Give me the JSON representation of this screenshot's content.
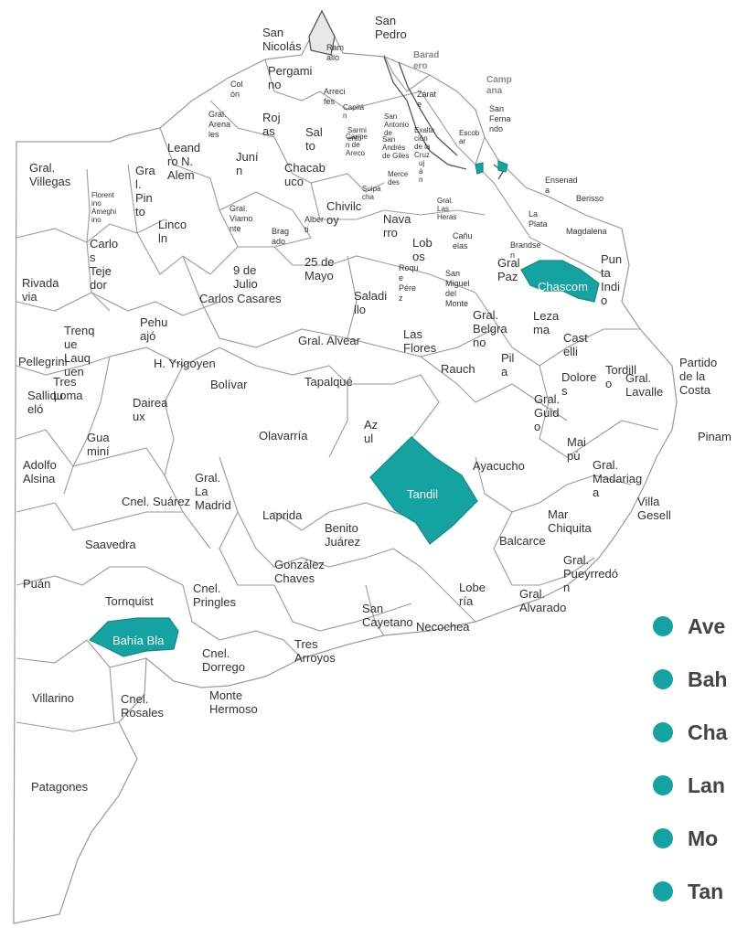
{
  "colors": {
    "highlight": "#14a3a0",
    "border": "#9a9a9a",
    "text": "#333333"
  },
  "map": {
    "districts": [
      {
        "name": "San Nicolás",
        "lines": [
          "San",
          "Nicolás"
        ]
      },
      {
        "name": "San Pedro",
        "lines": [
          "San",
          "Pedro"
        ]
      },
      {
        "name": "Ramallo",
        "lines": [
          "Ram",
          "allo"
        ]
      },
      {
        "name": "Baradero",
        "lines": [
          "Barad",
          "ero"
        ]
      },
      {
        "name": "Campana",
        "lines": [
          "Camp",
          "ana"
        ]
      },
      {
        "name": "Pergamino",
        "lines": [
          "Pergami",
          "no"
        ]
      },
      {
        "name": "Colón",
        "lines": [
          "Col",
          "ón"
        ]
      },
      {
        "name": "Arrecifes",
        "lines": [
          "Arreci",
          "fes"
        ]
      },
      {
        "name": "Zárate",
        "lines": [
          "Zárat",
          "e"
        ]
      },
      {
        "name": "San Fernando",
        "lines": [
          "San",
          "Ferna",
          "ndo"
        ]
      },
      {
        "name": "Capitán",
        "lines": [
          "Capitá",
          "n"
        ]
      },
      {
        "name": "San Antonio de Areco",
        "lines": [
          "San",
          "Antonio",
          "de"
        ]
      },
      {
        "name": "Exaltación de la Cruz",
        "lines": [
          "Exalta",
          "ción",
          "de la",
          "Cruz"
        ]
      },
      {
        "name": "Escobar",
        "lines": [
          "Escob",
          "ar"
        ]
      },
      {
        "name": "Gral. Arenales",
        "lines": [
          "Gral.",
          "Arena",
          "les"
        ]
      },
      {
        "name": "Rojas",
        "lines": [
          "Roj",
          "as"
        ]
      },
      {
        "name": "Salto",
        "lines": [
          "Sal",
          "to"
        ]
      },
      {
        "name": "Carmen de Areco",
        "lines": [
          "Carme",
          "n de",
          "Areco"
        ]
      },
      {
        "name": "Sarmiento",
        "lines": [
          "Sarmi",
          "ento"
        ]
      },
      {
        "name": "San Andrés de Giles",
        "lines": [
          "San",
          "Andrés",
          "de Giles"
        ]
      },
      {
        "name": "Mercedes",
        "lines": [
          "Merce",
          "des"
        ]
      },
      {
        "name": "Luján",
        "lines": [
          "uj",
          "á",
          "n"
        ]
      },
      {
        "name": "Leandro N. Alem",
        "lines": [
          "Leand",
          "ro N.",
          "Alem"
        ]
      },
      {
        "name": "Junín",
        "lines": [
          "Juní",
          "n"
        ]
      },
      {
        "name": "Chacabuco",
        "lines": [
          "Chacab",
          "uco"
        ]
      },
      {
        "name": "Gral. Villegas",
        "lines": [
          "Gral.",
          "Villegas"
        ]
      },
      {
        "name": "Gral. Pinto",
        "lines": [
          "Gra",
          "l.",
          "Pin",
          "to"
        ]
      },
      {
        "name": "Florentino Ameghino",
        "lines": [
          "Florent",
          "ino",
          "Ameghi",
          "ino"
        ]
      },
      {
        "name": "Suipacha",
        "lines": [
          "Suipa",
          "cha"
        ]
      },
      {
        "name": "Chivilcoy",
        "lines": [
          "Chivilc",
          "oy"
        ]
      },
      {
        "name": "Ensenada",
        "lines": [
          "Ensenad",
          "a"
        ]
      },
      {
        "name": "Berisso",
        "lines": [
          "Berisso"
        ]
      },
      {
        "name": "Gral. Las Heras",
        "lines": [
          "Gral.",
          "Las",
          "Heras"
        ]
      },
      {
        "name": "La Plata",
        "lines": [
          "La",
          "Plata"
        ]
      },
      {
        "name": "Magdalena",
        "lines": [
          "Magdalena"
        ]
      },
      {
        "name": "Gral. Viamonte",
        "lines": [
          "Gral.",
          "Viamo",
          "nte"
        ]
      },
      {
        "name": "Bragado",
        "lines": [
          "Brag",
          "ado"
        ]
      },
      {
        "name": "Alberti",
        "lines": [
          "Alber",
          "ti"
        ]
      },
      {
        "name": "Navarro",
        "lines": [
          "Nava",
          "rro"
        ]
      },
      {
        "name": "Cañuelas",
        "lines": [
          "Cañu",
          "elas"
        ]
      },
      {
        "name": "Brandsen",
        "lines": [
          "Brandse",
          "n"
        ]
      },
      {
        "name": "Lincoln",
        "lines": [
          "Linco",
          "ln"
        ]
      },
      {
        "name": "Carlos Tejedor",
        "lines": [
          "Carlo",
          "s",
          "Teje",
          "dor"
        ]
      },
      {
        "name": "Lobos",
        "lines": [
          "Lob",
          "os"
        ]
      },
      {
        "name": "Gral. Paz",
        "lines": [
          "Gral",
          "Paz"
        ]
      },
      {
        "name": "Punta Indio",
        "lines": [
          "Pun",
          "ta",
          "Indi",
          "o"
        ]
      },
      {
        "name": "9 de Julio",
        "lines": [
          "9 de",
          "Julio"
        ]
      },
      {
        "name": "25 de Mayo",
        "lines": [
          "25 de",
          "Mayo"
        ]
      },
      {
        "name": "Roque Pérez",
        "lines": [
          "Roqu",
          "e",
          "Pére",
          "z"
        ]
      },
      {
        "name": "San Miguel del Monte",
        "lines": [
          "San",
          "Miguel",
          "del",
          "Monte"
        ]
      },
      {
        "name": "Rivadavia",
        "lines": [
          "Rivada",
          "via"
        ]
      },
      {
        "name": "Carlos Casares",
        "lines": [
          "Carlos Casares"
        ]
      },
      {
        "name": "Saladillo",
        "lines": [
          "Saladi",
          "llo"
        ]
      },
      {
        "name": "Gral. Belgrano",
        "lines": [
          "Gral.",
          "Belgra",
          "no"
        ]
      },
      {
        "name": "Lezama",
        "lines": [
          "Leza",
          "ma"
        ]
      },
      {
        "name": "Pehuajó",
        "lines": [
          "Pehu",
          "ajó"
        ]
      },
      {
        "name": "Trenque Lauquen",
        "lines": [
          "Trenq",
          "ue",
          "Lauq",
          "uen"
        ]
      },
      {
        "name": "Gral. Alvear",
        "lines": [
          "Gral. Alvear"
        ]
      },
      {
        "name": "Las Flores",
        "lines": [
          "Las",
          "Flores"
        ]
      },
      {
        "name": "Castelli",
        "lines": [
          "Cast",
          "elli"
        ]
      },
      {
        "name": "Pellegrini",
        "lines": [
          "Pellegrini"
        ]
      },
      {
        "name": "Tres Lomas",
        "lines": [
          "Tres",
          "Loma"
        ]
      },
      {
        "name": "H. Yrigoyen",
        "lines": [
          "H. Yrigoyen"
        ]
      },
      {
        "name": "Bolívar",
        "lines": [
          "Bolívar"
        ]
      },
      {
        "name": "Tapalqué",
        "lines": [
          "Tapalqué"
        ]
      },
      {
        "name": "Pila",
        "lines": [
          "Pil",
          "a"
        ]
      },
      {
        "name": "Dolores",
        "lines": [
          "Dolore",
          "s"
        ]
      },
      {
        "name": "Tordillo",
        "lines": [
          "Tordill",
          "o"
        ]
      },
      {
        "name": "Rauch",
        "lines": [
          "Rauch"
        ]
      },
      {
        "name": "Salliqueló",
        "lines": [
          "Salliqu",
          "eló"
        ]
      },
      {
        "name": "Daireaux",
        "lines": [
          "Dairea",
          "ux"
        ]
      },
      {
        "name": "Guaminí",
        "lines": [
          "Gua",
          "miní"
        ]
      },
      {
        "name": "Olavarría",
        "lines": [
          "Olavarría"
        ]
      },
      {
        "name": "Azul",
        "lines": [
          "Az",
          "ul"
        ]
      },
      {
        "name": "Gral. Guido",
        "lines": [
          "Gral.",
          "Guid",
          "o"
        ]
      },
      {
        "name": "Gral. Lavalle",
        "lines": [
          "Gral.",
          "Lavalle"
        ]
      },
      {
        "name": "Partido de la Costa",
        "lines": [
          "Partido",
          "de la",
          "Costa"
        ]
      },
      {
        "name": "Pinamar",
        "lines": [
          "Pinam"
        ]
      },
      {
        "name": "Maipú",
        "lines": [
          "Mai",
          "pú"
        ]
      },
      {
        "name": "Gral. Madariaga",
        "lines": [
          "Gral.",
          "Madariag",
          "a"
        ]
      },
      {
        "name": "Villa Gesell",
        "lines": [
          "Villa",
          "Gesell"
        ]
      },
      {
        "name": "Adolfo Alsina",
        "lines": [
          "Adolfo",
          "Alsina"
        ]
      },
      {
        "name": "Gral. La Madrid",
        "lines": [
          "Gral.",
          "La",
          "Madrid"
        ]
      },
      {
        "name": "Cnel. Suárez",
        "lines": [
          "Cnel. Suárez"
        ]
      },
      {
        "name": "Ayacucho",
        "lines": [
          "Ayacucho"
        ]
      },
      {
        "name": "Laprida",
        "lines": [
          "Laprida"
        ]
      },
      {
        "name": "Benito Juárez",
        "lines": [
          "Benito",
          "Juárez"
        ]
      },
      {
        "name": "Mar Chiquita",
        "lines": [
          "Mar",
          "Chiquita"
        ]
      },
      {
        "name": "Saavedra",
        "lines": [
          "Saavedra"
        ]
      },
      {
        "name": "Balcarce",
        "lines": [
          "Balcarce"
        ]
      },
      {
        "name": "Gral. Pueyrredón",
        "lines": [
          "Gral.",
          "Pueyrredó",
          "n"
        ]
      },
      {
        "name": "González Chaves",
        "lines": [
          "González",
          "Chaves"
        ]
      },
      {
        "name": "Puán",
        "lines": [
          "Puán"
        ]
      },
      {
        "name": "Tornquist",
        "lines": [
          "Tornquist"
        ]
      },
      {
        "name": "Cnel. Pringles",
        "lines": [
          "Cnel.",
          "Pringles"
        ]
      },
      {
        "name": "Lobería",
        "lines": [
          "Lobe",
          "ría"
        ]
      },
      {
        "name": "Gral. Alvarado",
        "lines": [
          "Gral.",
          "Alvarado"
        ]
      },
      {
        "name": "San Cayetano",
        "lines": [
          "San",
          "Cayetano"
        ]
      },
      {
        "name": "Necochea",
        "lines": [
          "Necochea"
        ]
      },
      {
        "name": "Tres Arroyos",
        "lines": [
          "Tres",
          "Arroyos"
        ]
      },
      {
        "name": "Cnel. Dorrego",
        "lines": [
          "Cnel.",
          "Dorrego"
        ]
      },
      {
        "name": "Monte Hermoso",
        "lines": [
          "Monte",
          "Hermoso"
        ]
      },
      {
        "name": "Villarino",
        "lines": [
          "Villarino"
        ]
      },
      {
        "name": "Cnel. Rosales",
        "lines": [
          "Cnel.",
          "Rosales"
        ]
      },
      {
        "name": "Patagones",
        "lines": [
          "Patagones"
        ]
      }
    ],
    "highlighted": [
      {
        "name": "Chascomús",
        "label": "Chascom"
      },
      {
        "name": "Tandil",
        "label": "Tandil"
      },
      {
        "name": "Bahía Blanca",
        "label": "Bahía Bla"
      }
    ]
  },
  "legend": {
    "items": [
      {
        "label": "Ave"
      },
      {
        "label": "Bah"
      },
      {
        "label": "Cha"
      },
      {
        "label": "Lan"
      },
      {
        "label": "Mo"
      },
      {
        "label": "Tan"
      }
    ]
  }
}
